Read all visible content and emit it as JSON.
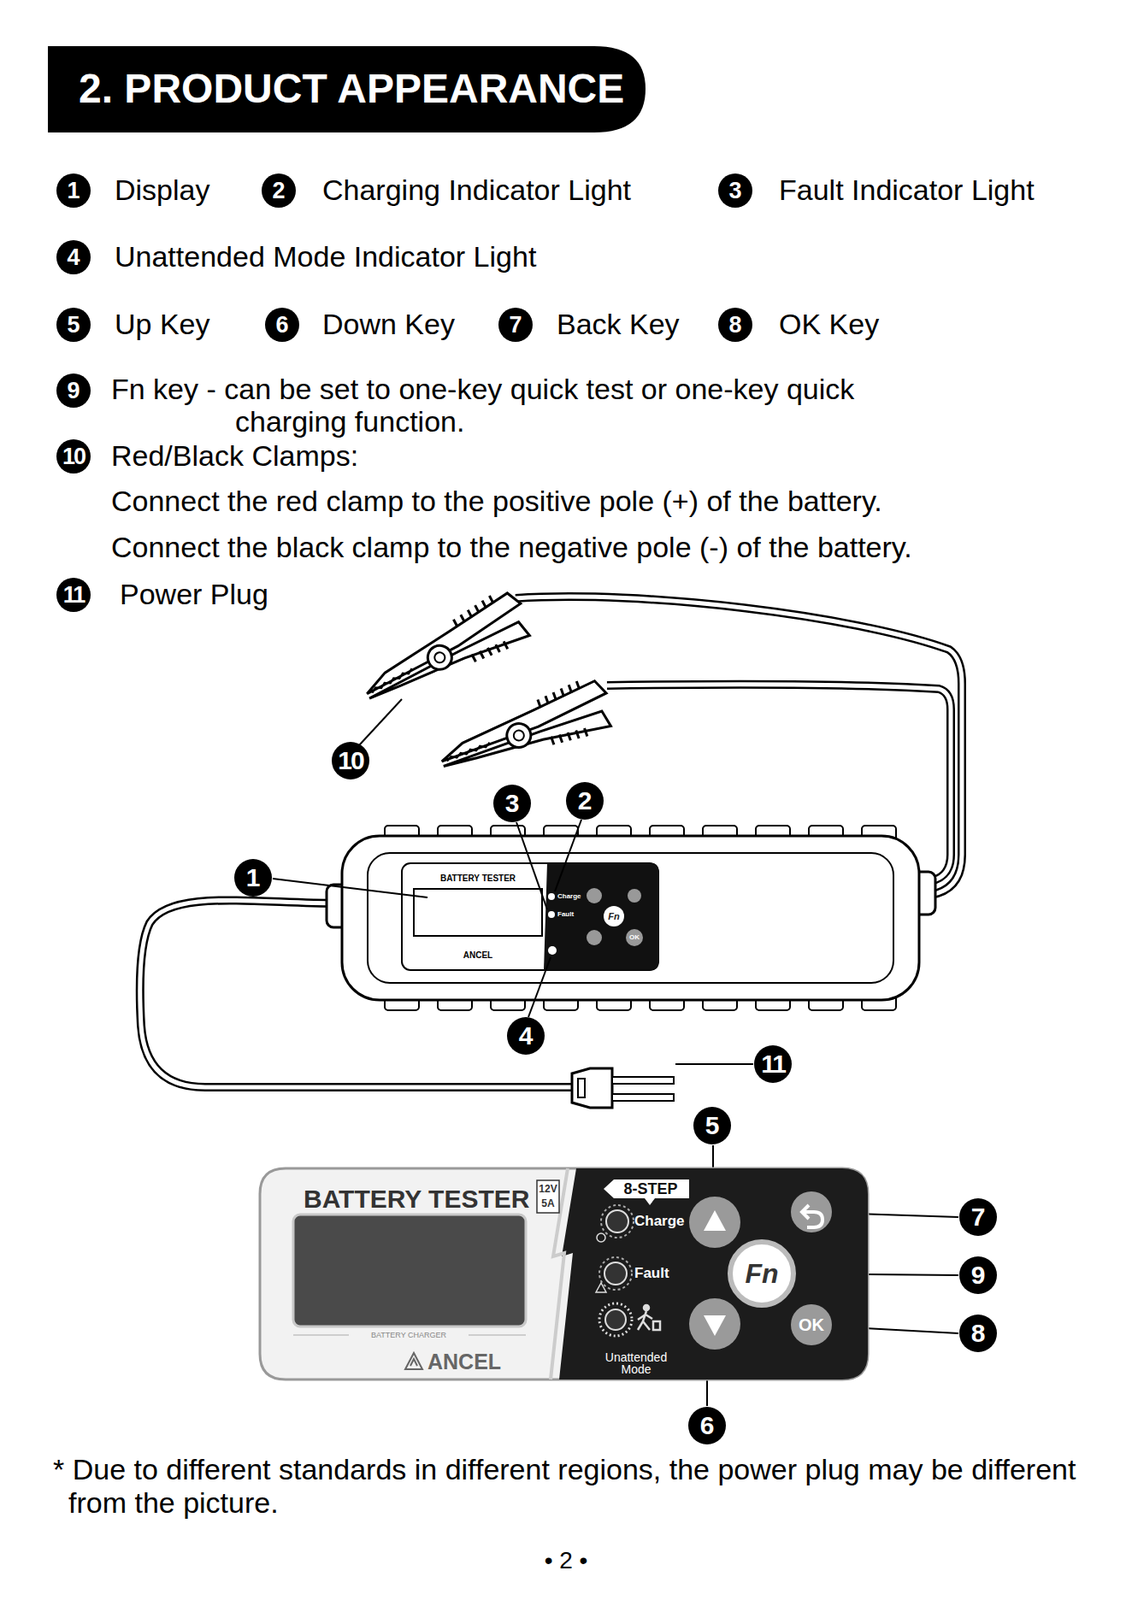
{
  "diagram": {
    "title": "2. PRODUCT APPEARANCE",
    "labels": [
      "1",
      "Display",
      "2",
      "Charging Indicator Light",
      "3",
      "Fault Indicator Light",
      "4",
      "Unattended Mode Indicator Light",
      "5",
      "Up Key",
      "6",
      "Down Key",
      "7",
      "Back Key",
      "8",
      "OK Key",
      "9",
      "Fn key - can be set to one-key quick test or one-key quick charging function.",
      "10",
      "Red/Black Clamps:",
      "Connect the red clamp to the positive pole (+) of the battery.",
      "Connect the black clamp to the negative pole (-) of the battery.",
      "11",
      "Power Plug",
      "10",
      "3",
      "2",
      "1",
      "4",
      "11",
      "5",
      "7",
      "9",
      "8",
      "6",
      "BATTERY TESTER",
      "Charge",
      "Fault",
      "ANCEL",
      "Fn",
      "OK",
      "BATTERY TESTER",
      "12V",
      "5A",
      "8-STEP",
      "Charge",
      "Fault",
      "BATTERY CHARGER",
      "ANCEL",
      "Unattended Mode",
      "Fn",
      "OK",
      "* Due to different standards in different regions, the power plug may be different from the picture.",
      "• 2 •"
    ]
  }
}
